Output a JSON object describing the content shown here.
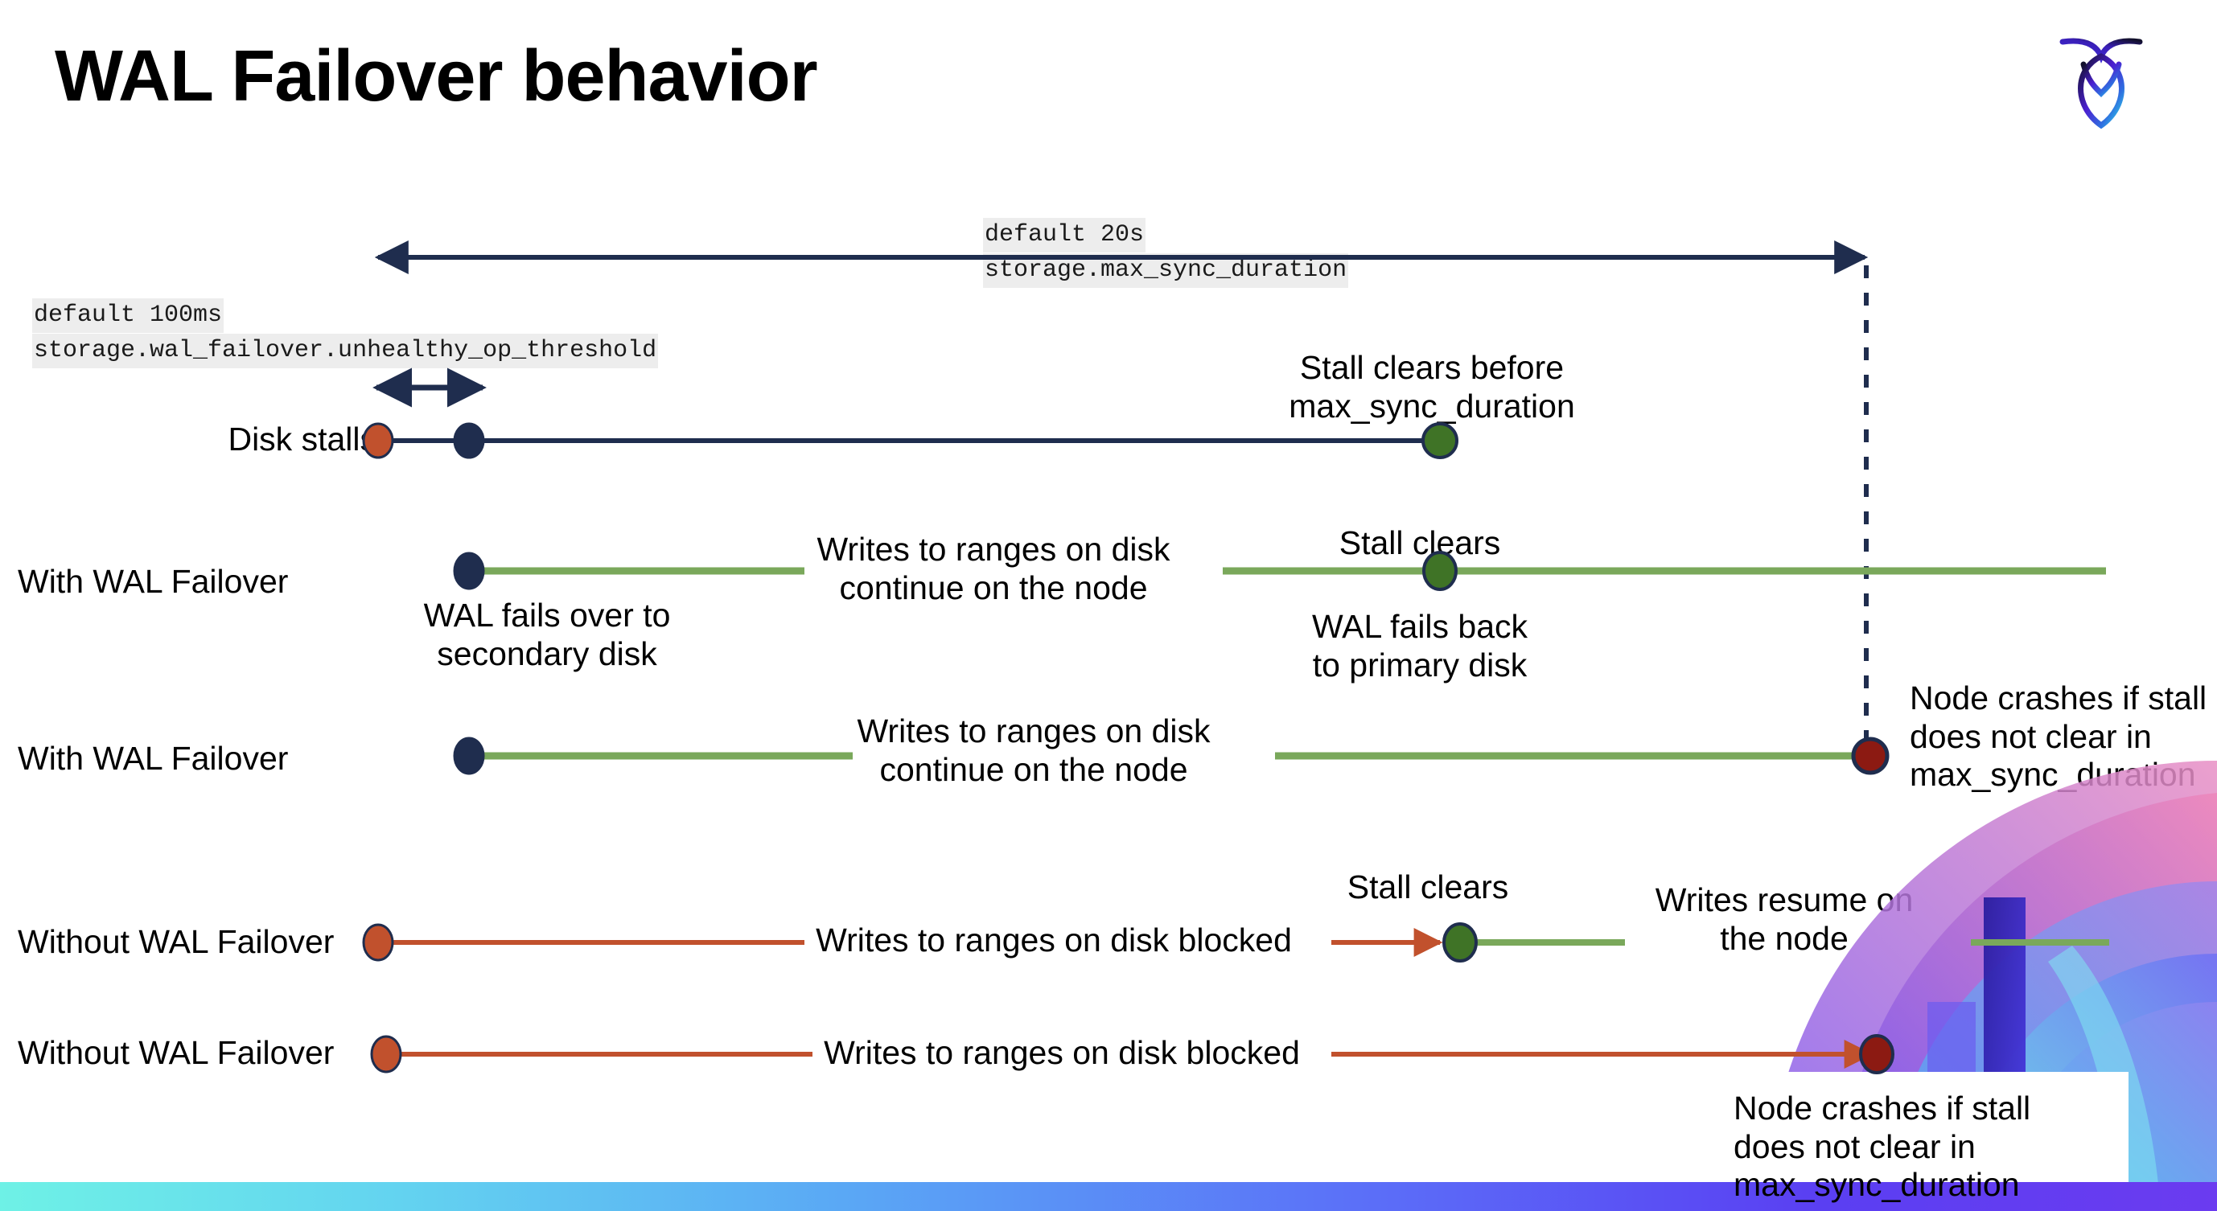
{
  "slide": {
    "title": "WAL Failover behavior",
    "logo_name": "cockroachdb-logo"
  },
  "annotations": {
    "max_sync": {
      "line1": "default 20s",
      "line2": "storage.max_sync_duration"
    },
    "unhealthy": {
      "line1": "default 100ms",
      "line2": "storage.wal_failover.unhealthy_op_threshold"
    }
  },
  "rows": [
    {
      "label": "Disk stalls",
      "notes": [
        "Stall clears before\nmax_sync_duration"
      ]
    },
    {
      "label": "With WAL Failover",
      "notes": [
        "WAL fails over to\nsecondary disk",
        "Writes to ranges on disk\ncontinue on the node",
        "Stall clears",
        "WAL fails  back\nto primary disk"
      ]
    },
    {
      "label": "With WAL Failover",
      "notes": [
        "Writes to ranges on disk\ncontinue on the node",
        "Node crashes if stall\ndoes not clear in\nmax_sync_duration"
      ]
    },
    {
      "label": "Without WAL Failover",
      "notes": [
        "Writes to ranges on disk  blocked",
        "Stall clears",
        "Writes resume on\nthe node"
      ]
    },
    {
      "label": "Without WAL Failover",
      "notes": [
        "Writes to ranges on disk  blocked",
        "Node crashes if stall\ndoes not clear in\nmax_sync_duration"
      ]
    }
  ],
  "colors": {
    "navy": "#1f2d4e",
    "orange": "#c1512d",
    "green_line": "#7aa85b",
    "green_dot": "#3f7326",
    "dark_red": "#8c1a12",
    "code_bg": "#ededed",
    "accent_cyan": "#6ef1e6",
    "accent_purple": "#5a3ff2"
  }
}
